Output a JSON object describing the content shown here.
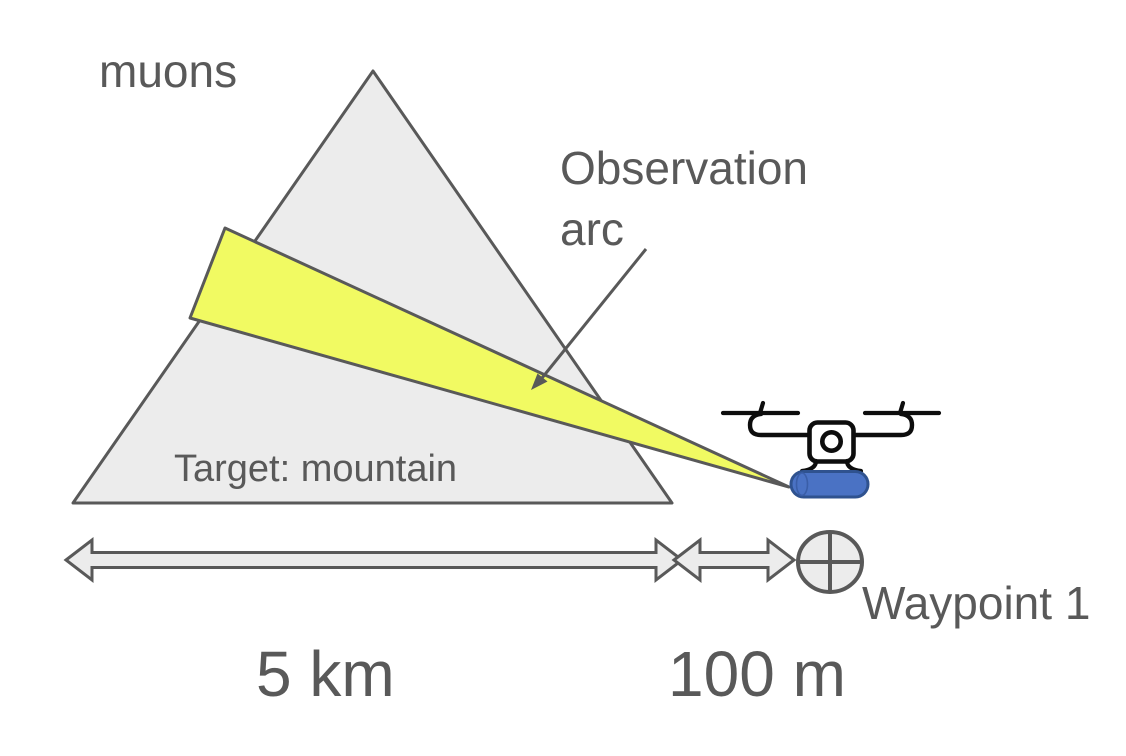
{
  "labels": {
    "muons": "muons",
    "observation_arc": "Observation arc",
    "target_mountain": "Target: mountain",
    "waypoint": "Waypoint 1"
  },
  "distances": {
    "mountain_range": "5 km",
    "drone_offset": "100 m"
  },
  "icons": {
    "drone": "quadcopter-drone-icon",
    "waypoint": "crosshair-circle-icon"
  },
  "colors": {
    "background": "#ffffff",
    "shape_fill": "#ececec",
    "shape_stroke": "#595959",
    "beam_fill": "#f1fa62",
    "beam_stroke": "#595959",
    "detector_fill": "#4a72c4",
    "detector_stroke": "#2f528f",
    "drone_stroke": "#0d0d0d",
    "drone_body_fill": "#ffffff",
    "text": "#595959"
  }
}
